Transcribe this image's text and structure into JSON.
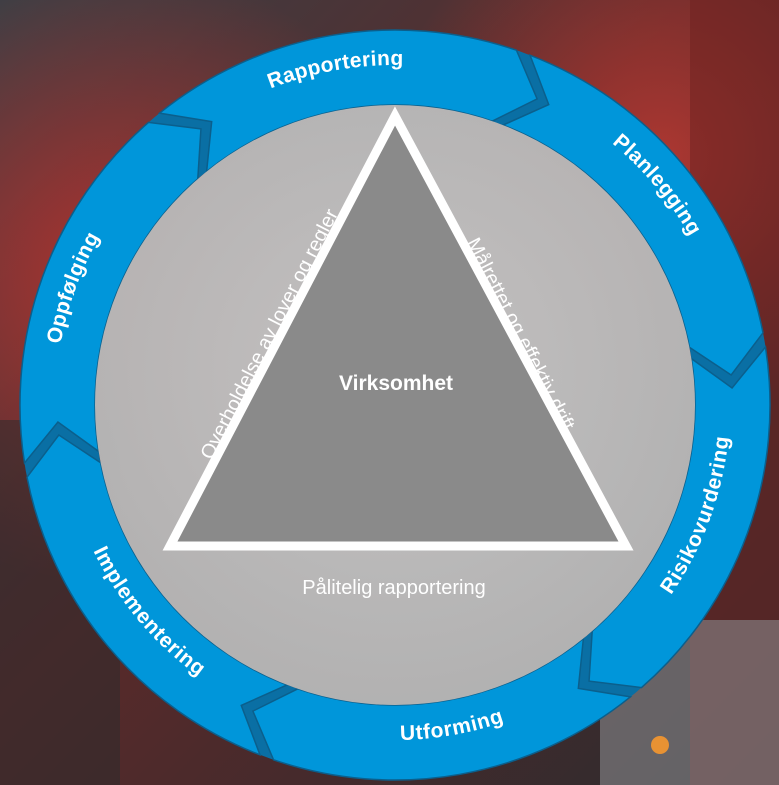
{
  "diagram": {
    "center": "Virksomhet",
    "triangle_sides": {
      "left": "Overholdelse av lover og regler",
      "right": "Målrettet og effektiv drift",
      "bottom": "Pålitelig rapportering"
    },
    "cycle_steps": [
      "Planlegging",
      "Risikovurdering",
      "Utforming",
      "Implementering",
      "Oppfølging",
      "Rapportering"
    ]
  },
  "colors": {
    "ring": "#0096DA",
    "inner_circle": "#BFBFBF",
    "triangle_fill": "#8A8A8A",
    "triangle_stroke": "#FFFFFF",
    "text": "#FFFFFF"
  }
}
